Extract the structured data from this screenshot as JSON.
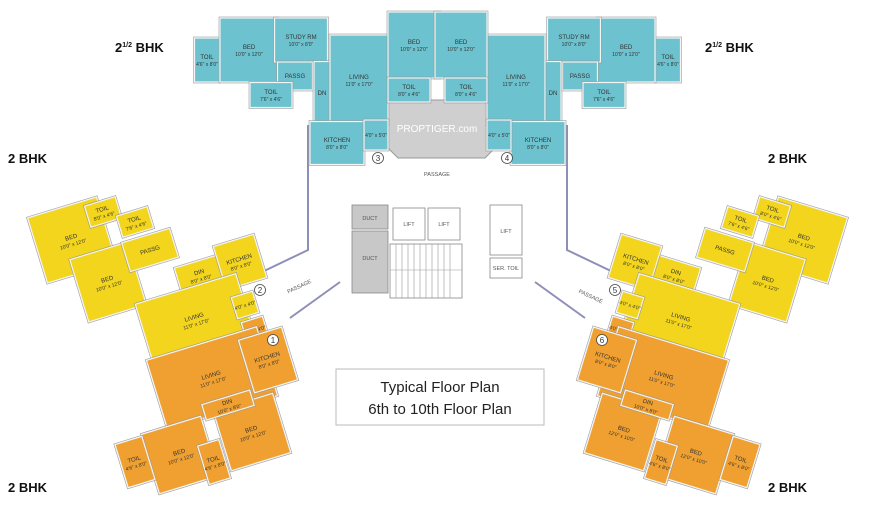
{
  "headings": {
    "top_left": "2",
    "top_left_sup": "1/2",
    "top_left_suffix": " BHK",
    "top_right": "2",
    "top_right_sup": "1/2",
    "top_right_suffix": " BHK",
    "mid_left": "2 BHK",
    "mid_right": "2 BHK",
    "bottom_left": "2 BHK",
    "bottom_right": "2 BHK"
  },
  "caption": {
    "line1": "Typical Floor Plan",
    "line2": "6th to 10th Floor Plan"
  },
  "watermark": "PROPTIGER.com",
  "colors": {
    "blue_unit": "#6cc3cf",
    "yellow_unit": "#f2d51c",
    "orange_unit": "#f0a030",
    "lobby": "#cfcfcf",
    "duct": "#c8c8c8",
    "wall": "#8e8fb8"
  },
  "core": {
    "duct1": "DUCT",
    "duct2": "DUCT",
    "lift1": "LIFT",
    "lift2": "LIFT",
    "lift3": "LIFT",
    "ser_toil": "SER. TOIL",
    "passage_top": "PASSAGE",
    "passage_left": "PASSAGE",
    "passage_right": "PASSAGE"
  },
  "markers": [
    "1",
    "2",
    "3",
    "4",
    "5",
    "6"
  ],
  "units": {
    "top_left": [
      {
        "name": "TOIL",
        "size": "4'6\" x 8'0\""
      },
      {
        "name": "BED",
        "size": "10'0\" x 12'0\""
      },
      {
        "name": "STUDY RM",
        "size": "10'0\" x 8'0\""
      },
      {
        "name": "PASSG",
        "size": ""
      },
      {
        "name": "TOIL",
        "size": "7'6\" x 4'6\""
      },
      {
        "name": "DN",
        "size": ""
      },
      {
        "name": "LIVING",
        "size": "11'0\" x 17'0\""
      },
      {
        "name": "KITCHEN",
        "size": "8'0\" x 8'0\""
      },
      {
        "name": "",
        "size": "4'0\" x 5'0\""
      },
      {
        "name": "BED",
        "size": "10'0\" x 12'0\""
      },
      {
        "name": "TOIL",
        "size": "8'0\" x 4'6\""
      }
    ],
    "top_right": [
      {
        "name": "TOIL",
        "size": "4'6\" x 8'0\""
      },
      {
        "name": "BED",
        "size": "10'0\" x 12'0\""
      },
      {
        "name": "STUDY RM",
        "size": "10'0\" x 8'0\""
      },
      {
        "name": "PASSG",
        "size": ""
      },
      {
        "name": "TOIL",
        "size": "7'6\" x 4'6\""
      },
      {
        "name": "DN",
        "size": ""
      },
      {
        "name": "LIVING",
        "size": "11'0\" x 17'0\""
      },
      {
        "name": "KITCHEN",
        "size": "8'0\" x 8'0\""
      },
      {
        "name": "",
        "size": "4'0\" x 5'0\""
      },
      {
        "name": "BED",
        "size": "10'0\" x 12'0\""
      },
      {
        "name": "TOIL",
        "size": "8'0\" x 4'6\""
      }
    ],
    "left_yellow": [
      {
        "name": "BED",
        "size": "10'0\" x 12'0\""
      },
      {
        "name": "BED",
        "size": "10'0\" x 12'0\""
      },
      {
        "name": "TOIL",
        "size": "8'0\" x 4'6\""
      },
      {
        "name": "TOIL",
        "size": "7'6\" x 4'6\""
      },
      {
        "name": "PASSG",
        "size": ""
      },
      {
        "name": "DIN",
        "size": "8'0\" x 8'0\""
      },
      {
        "name": "KITCHEN",
        "size": "8'0\" x 8'0\""
      },
      {
        "name": "LIVING",
        "size": "11'0\" x 17'0\""
      },
      {
        "name": "",
        "size": "4'0\" x 4'0\""
      }
    ],
    "left_orange": [
      {
        "name": "",
        "size": "4'0\" x 4'0\""
      },
      {
        "name": "LIVING",
        "size": "11'0\" x 17'0\""
      },
      {
        "name": "KITCHEN",
        "size": "8'0\" x 8'0\""
      },
      {
        "name": "BED",
        "size": "10'0\" x 12'0\""
      },
      {
        "name": "BED",
        "size": "10'0\" x 12'0\""
      },
      {
        "name": "TOIL",
        "size": "4'6\" x 8'0\""
      },
      {
        "name": "TOIL",
        "size": "4'6\" x 8'0\""
      },
      {
        "name": "DIN",
        "size": "10'0\" x 8'0\""
      }
    ],
    "right_yellow": [
      {
        "name": "BED",
        "size": "10'0\" x 12'0\""
      },
      {
        "name": "BED",
        "size": "10'0\" x 12'0\""
      },
      {
        "name": "TOIL",
        "size": "8'0\" x 4'6\""
      },
      {
        "name": "TOIL",
        "size": "7'6\" x 4'6\""
      },
      {
        "name": "PASSG",
        "size": ""
      },
      {
        "name": "DIN",
        "size": "8'0\" x 8'0\""
      },
      {
        "name": "KITCHEN",
        "size": "8'0\" x 8'0\""
      },
      {
        "name": "LIVING",
        "size": "11'0\" x 17'0\""
      },
      {
        "name": "",
        "size": "4'0\" x 4'0\""
      }
    ],
    "right_orange": [
      {
        "name": "",
        "size": "4'0\" x 4'0\""
      },
      {
        "name": "LIVING",
        "size": "11'0\" x 17'0\""
      },
      {
        "name": "KITCHEN",
        "size": "8'0\" x 8'0\""
      },
      {
        "name": "BED",
        "size": "12'0\" x 10'0\""
      },
      {
        "name": "BED",
        "size": "12'0\" x 10'0\""
      },
      {
        "name": "TOIL",
        "size": "4'6\" x 8'0\""
      },
      {
        "name": "TOIL",
        "size": "4'6\" x 8'0\""
      },
      {
        "name": "DIN",
        "size": "10'0\" x 8'0\""
      }
    ]
  }
}
